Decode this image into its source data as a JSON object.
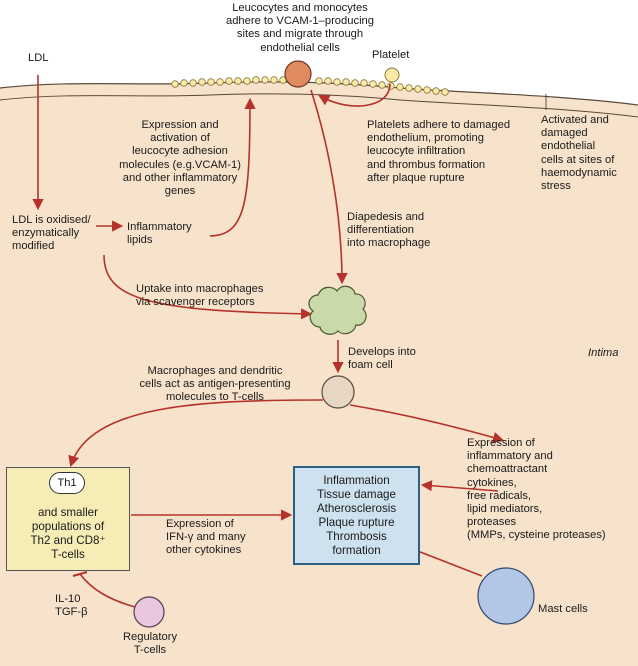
{
  "labels": {
    "leucocytes_adhere": "Leucocytes and monocytes\nadhere to VCAM-1–producing\nsites and migrate through\nendothelial cells",
    "ldl": "LDL",
    "platelet": "Platelet",
    "expression_activation": "Expression and\nactivation of\nleucocyte adhesion\nmolecules (e.g.VCAM-1)\nand other inflammatory\ngenes",
    "platelets_adhere": "Platelets adhere to damaged\nendothelium, promoting\nleucocyte infiltration\nand thrombus formation\nafter plaque rupture",
    "activated_damaged": "Activated and\ndamaged\nendothelial\ncells at sites of\nhaemodynamic\nstress",
    "ldl_oxidised": "LDL is oxidised/\nenzymatically\nmodified",
    "inflammatory_lipids": "Inflammatory\nlipids",
    "diapedesis": "Diapedesis and\ndifferentiation\ninto macrophage",
    "uptake_macrophages": "Uptake into macrophages\nvia scavenger receptors",
    "develops_foam": "Develops into\nfoam cell",
    "intima": "Intima",
    "macrophages_dendritic": "Macrophages and dendritic\ncells act as antigen-presenting\nmolecules to T-cells",
    "expression_inflammatory": "Expression of\ninflammatory and\nchemoattractant\ncytokines,\nfree radicals,\nlipid mediators,\nproteases\n(MMPs, cysteine proteases)",
    "th1": "Th1",
    "th1_box_text": "and smaller\npopulations of\nTh2 and CD8⁺\nT-cells",
    "expression_ifn": "Expression of\nIFN-γ and many\nother cytokines",
    "outcomes_box": "Inflammation\nTissue damage\nAtherosclerosis\nPlaque rupture\nThrombosis\nformation",
    "il10_tgf": "IL-10\nTGF-β",
    "regulatory_tcells": "Regulatory\nT-cells",
    "mast_cells": "Mast cells"
  },
  "colors": {
    "intima_fill": "#f7e3cc",
    "arrow_red": "#b5322b",
    "monocyte": "#e08a60",
    "platelet": "#fbe9a6",
    "foam_cell": "#e8d6c4",
    "macrophage": "#c9d9a9",
    "regulatory": "#e9c7de",
    "mast_cell": "#b2c7e6"
  }
}
